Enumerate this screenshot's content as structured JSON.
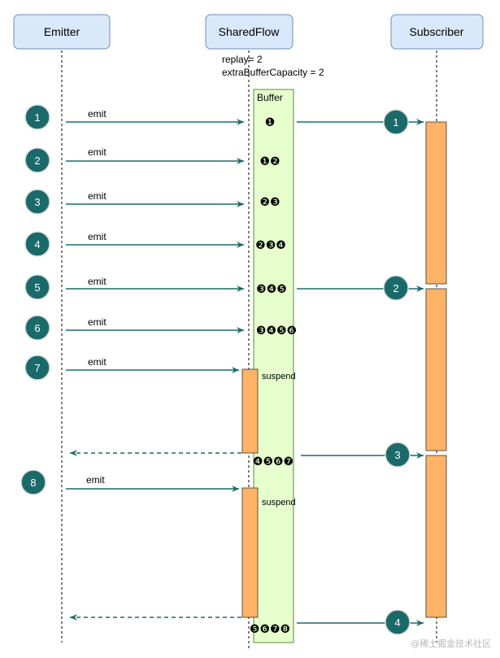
{
  "actors": {
    "emitter": "Emitter",
    "sharedflow": "SharedFlow",
    "subscriber": "Subscriber"
  },
  "config": {
    "replay": "replay= 2",
    "extra": "extraBufferCapacity = 2"
  },
  "buffer_title": "Buffer",
  "emit_label": "emit",
  "suspend_label": "suspend",
  "emitter_steps": [
    "1",
    "2",
    "3",
    "4",
    "5",
    "6",
    "7",
    "8"
  ],
  "buffer_states": [
    "❶",
    "❶❷",
    "❷❸",
    "❷❸❹",
    "❸❹❺",
    "❸❹❺❻",
    "❹❺❻❼",
    "❺❻❼❽"
  ],
  "subscriber_steps": [
    "1",
    "2",
    "3",
    "4"
  ],
  "watermark": "@稀土掘金技术社区",
  "colors": {
    "teal": "#1b6a6a",
    "actor_fill": "#dae8fc",
    "actor_stroke": "#6c8ebf",
    "buffer_fill": "#e6ffcc",
    "activation_fill": "#ffb366"
  }
}
